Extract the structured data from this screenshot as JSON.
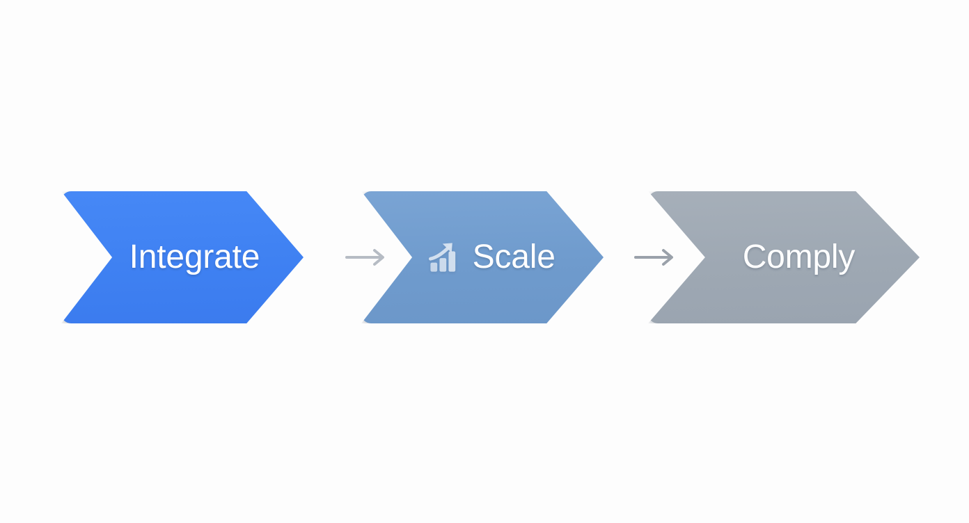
{
  "diagram": {
    "title": "Integrate to Scale to Comply process flow",
    "background_color": "#fdfdfd",
    "orientation": "horizontal",
    "steps": [
      {
        "id": "integrate",
        "label": "Integrate",
        "order": 1,
        "color": "#4285f4",
        "text_color": "#ffffff",
        "icon": null,
        "state": "active"
      },
      {
        "id": "scale",
        "label": "Scale",
        "order": 2,
        "color": "#6f9bce",
        "text_color": "#ffffff",
        "icon": "growth-bar-chart-icon",
        "state": "next"
      },
      {
        "id": "comply",
        "label": "Comply",
        "order": 3,
        "color": "#a0aab5",
        "text_color": "#ffffff",
        "icon": null,
        "state": "inactive"
      }
    ],
    "connectors": [
      {
        "id": "connector-1",
        "from": "integrate",
        "to": "scale",
        "glyph": "arrow-right-icon",
        "color": "#b6bcc4"
      },
      {
        "id": "connector-2",
        "from": "scale",
        "to": "comply",
        "glyph": "arrow-right-icon",
        "color": "#9aa1aa"
      }
    ]
  }
}
